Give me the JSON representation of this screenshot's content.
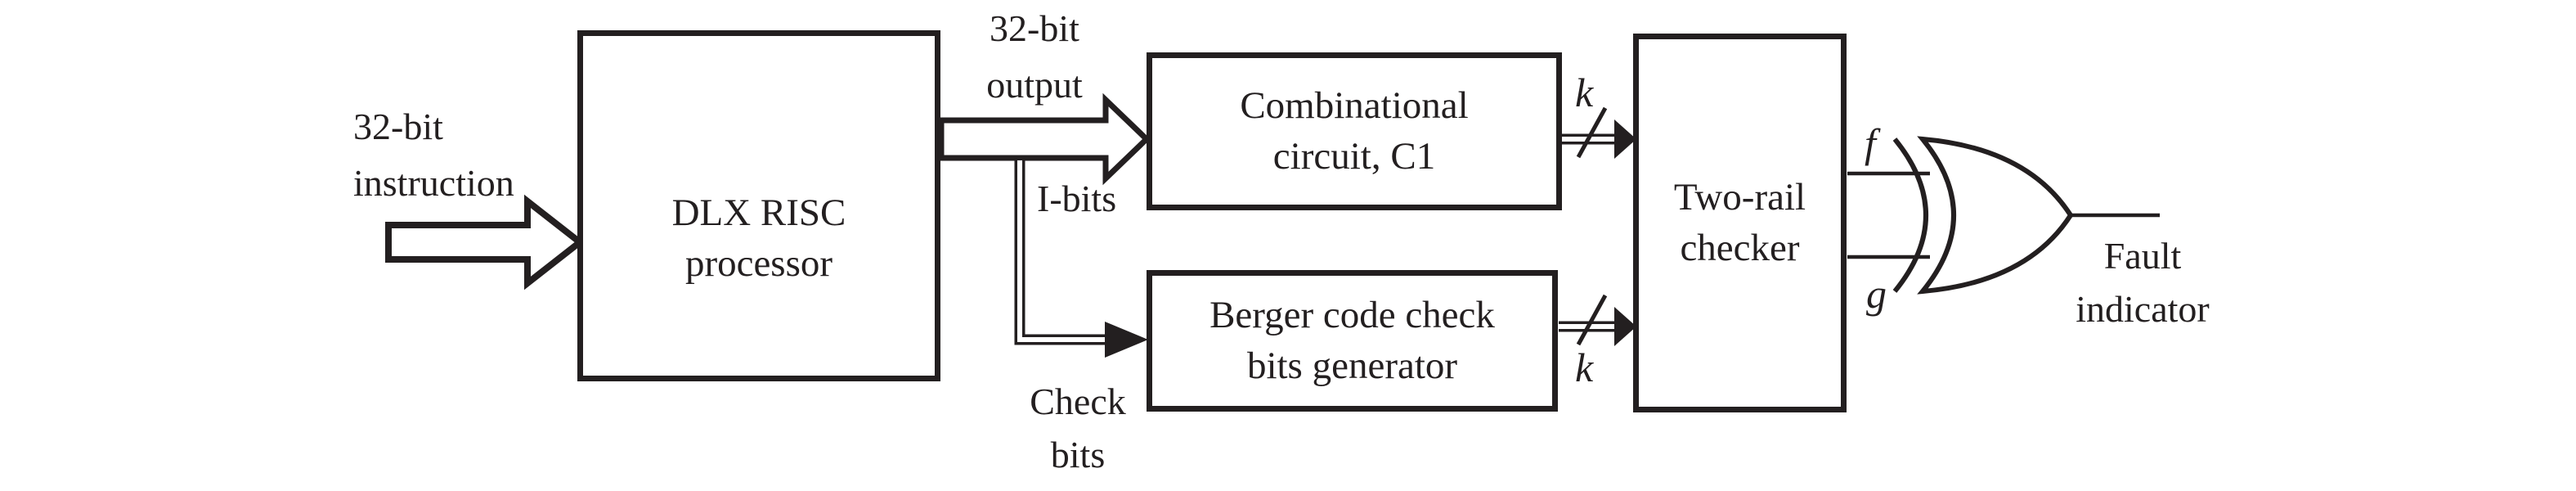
{
  "colors": {
    "ink": "#231f20",
    "background": "#ffffff"
  },
  "boxes": {
    "processor": {
      "line1": "DLX RISC",
      "line2": "processor"
    },
    "c1": {
      "line1": "Combinational",
      "line2": "circuit, C1"
    },
    "berger": {
      "line1": "Berger code check",
      "line2": "bits generator"
    },
    "checker": {
      "line1": "Two-rail",
      "line2": "checker"
    }
  },
  "labels": {
    "instruction": {
      "line1": "32-bit",
      "line2": "instruction"
    },
    "output": {
      "line1": "32-bit",
      "line2": "output"
    },
    "i_bits": "I-bits",
    "check_bits": {
      "line1": "Check",
      "line2": "bits"
    },
    "k_upper": "k",
    "k_lower": "k",
    "f": "f",
    "g": "g",
    "fault": {
      "line1": "Fault",
      "line2": "indicator"
    }
  },
  "icons": {
    "instruction_arrow": "block-arrow-right",
    "output_arrow": "block-arrow-right",
    "check_bits_bus": "double-line-bus-elbow",
    "k_upper_bus": "double-line-bus-with-slash",
    "k_lower_bus": "double-line-bus-with-slash",
    "xor_gate": "xor-gate",
    "fault_wire": "output-wire"
  }
}
